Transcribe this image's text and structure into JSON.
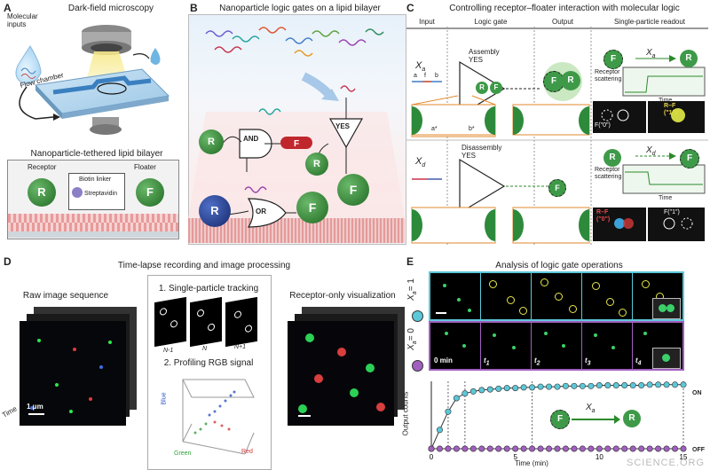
{
  "panels": {
    "A": {
      "letter": "A",
      "title": "Dark-field microscopy",
      "labels": {
        "molecular_inputs": "Molecular\ninputs",
        "flow_chamber": "Flow chamber"
      },
      "sub_title": "Nanoparticle-tethered lipid bilayer",
      "receptor": "Receptor",
      "floater": "Floater",
      "biotin": "Biotin linker",
      "streptavidin": "Streptavidin",
      "R": "R",
      "F": "F"
    },
    "B": {
      "letter": "B",
      "title": "Nanoparticle logic gates on a lipid bilayer",
      "gates": {
        "and": "AND",
        "or": "OR",
        "yes": "YES"
      },
      "R": "R",
      "F": "F"
    },
    "C": {
      "letter": "C",
      "title": "Controlling receptor–floater interaction with molecular logic",
      "columns": [
        "Input",
        "Logic gate",
        "Output",
        "Single-particle readout"
      ],
      "assembly": "Assembly YES",
      "disassembly": "Disassembly YES",
      "xa": "X",
      "xa_sub": "a",
      "xd_sub": "d",
      "receptor_scattering": "Receptor\nscattering",
      "time": "Time",
      "f0": "F(\"0\")",
      "rf1": "R–F\n(\"1\")",
      "rf0": "R–F\n(\"0\")",
      "f1": "F(\"1\")",
      "R": "R",
      "F": "F",
      "strands_top": [
        "a",
        "f",
        "b"
      ],
      "strands_bottom": [
        "a*",
        "b*"
      ]
    },
    "D": {
      "letter": "D",
      "title": "Time-lapse recording and image processing",
      "raw": "Raw image sequence",
      "step1": "1. Single-particle tracking",
      "step2": "2. Profiling RGB signal",
      "receptor_only": "Receptor-only visualization",
      "scale": "1 μm",
      "time": "Time",
      "frames": [
        "N-1",
        "N",
        "N+1"
      ],
      "axes": {
        "blue": "Blue",
        "green": "Green",
        "red": "Red"
      }
    },
    "E": {
      "letter": "E",
      "title": "Analysis of logic gate operations",
      "row1_label": "X",
      "row1_sub": "a",
      "row1_val": "= 1",
      "row2_val": "= 0",
      "frame_labels": [
        "0 min",
        "t",
        "t",
        "t",
        "t"
      ],
      "frame_subs": [
        "",
        "1",
        "2",
        "3",
        "4"
      ],
      "on": "ON",
      "off": "OFF",
      "ylabel": "Output counts",
      "xlabel": "Time (min)",
      "legend_F": "F",
      "legend_R": "R",
      "legend_X": "X",
      "legend_Xsub": "a"
    }
  },
  "chart_data": {
    "type": "line",
    "title": "Analysis of logic gate operations",
    "xlabel": "Time (min)",
    "ylabel": "Output counts",
    "xlim": [
      0,
      15
    ],
    "x_ticks": [
      0,
      5,
      10,
      15
    ],
    "annotations": [
      "t1",
      "t2",
      "t3",
      "t4",
      "ON",
      "OFF"
    ],
    "series": [
      {
        "name": "Xa = 1",
        "color": "#5bc8d8",
        "x": [
          0,
          0.5,
          1,
          1.5,
          2,
          2.5,
          3,
          3.5,
          4,
          4.5,
          5,
          5.5,
          6,
          6.5,
          7,
          7.5,
          8,
          8.5,
          9,
          9.5,
          10,
          10.5,
          11,
          11.5,
          12,
          12.5,
          13,
          13.5,
          14,
          14.5,
          15
        ],
        "y": [
          0,
          0.28,
          0.55,
          0.75,
          0.82,
          0.85,
          0.87,
          0.88,
          0.89,
          0.9,
          0.9,
          0.91,
          0.91,
          0.92,
          0.92,
          0.92,
          0.93,
          0.93,
          0.93,
          0.93,
          0.94,
          0.94,
          0.94,
          0.94,
          0.94,
          0.94,
          0.95,
          0.95,
          0.95,
          0.95,
          0.95
        ]
      },
      {
        "name": "Xa = 0",
        "color": "#a15fbf",
        "x": [
          0,
          0.5,
          1,
          1.5,
          2,
          2.5,
          3,
          3.5,
          4,
          4.5,
          5,
          5.5,
          6,
          6.5,
          7,
          7.5,
          8,
          8.5,
          9,
          9.5,
          10,
          10.5,
          11,
          11.5,
          12,
          12.5,
          13,
          13.5,
          14,
          14.5,
          15
        ],
        "y": [
          0,
          0,
          0,
          0,
          0,
          0,
          0,
          0,
          0,
          0,
          0,
          0,
          0,
          0,
          0,
          0,
          0,
          0,
          0,
          0,
          0,
          0,
          0,
          0,
          0,
          0,
          0,
          0,
          0,
          0,
          0
        ]
      }
    ]
  },
  "watermark": "SCIENCE.ORG"
}
